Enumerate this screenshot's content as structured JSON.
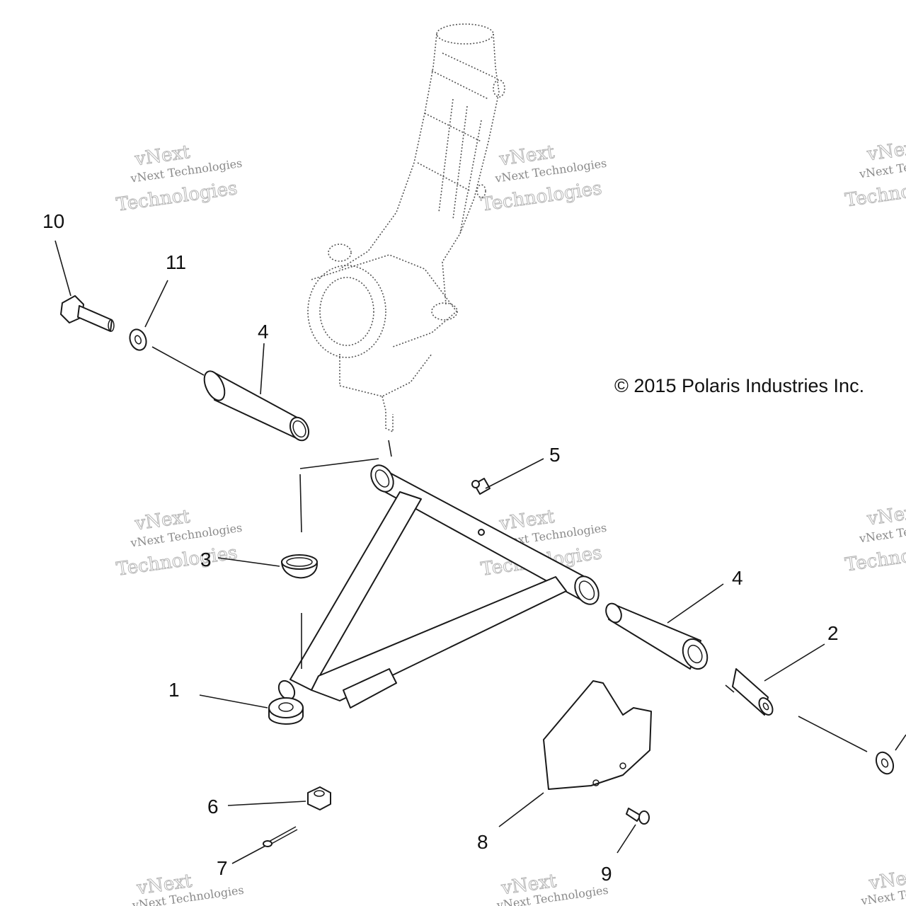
{
  "copyright": "© 2015 Polaris Industries Inc.",
  "watermark": {
    "line1": "vNext Technologies",
    "line2": "vNext",
    "line3": "Technologies"
  },
  "callouts": {
    "c1": "1",
    "c2": "2",
    "c3": "3",
    "c4a": "4",
    "c4b": "4",
    "c5": "5",
    "c6": "6",
    "c7": "7",
    "c8": "8",
    "c9": "9",
    "c10": "10",
    "c11": "11"
  }
}
